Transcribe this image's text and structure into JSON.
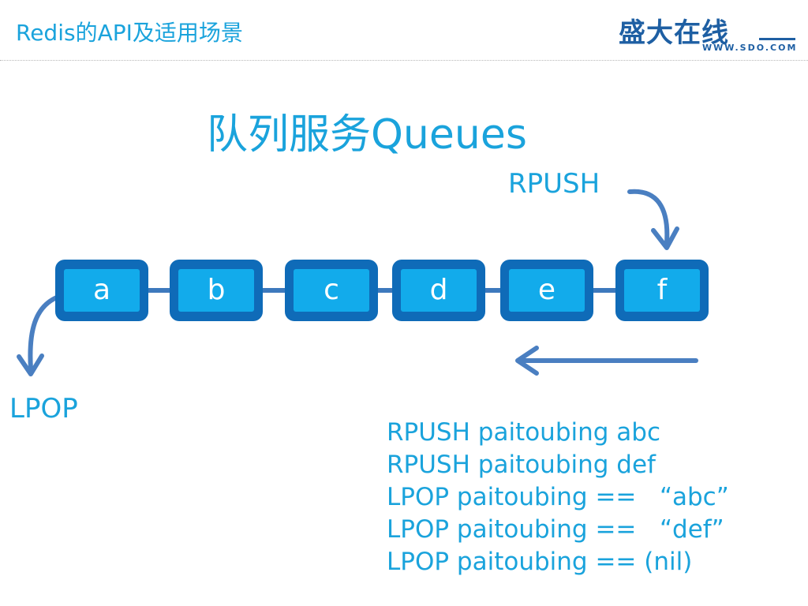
{
  "header": {
    "title": "Redis的API及适用场景",
    "logo_text": "盛大在线",
    "logo_url": "WWW.SDO.COM"
  },
  "slide": {
    "title": "队列服务Queues",
    "rpush_label": "RPUSH",
    "lpop_label": "LPOP",
    "nodes": [
      "a",
      "b",
      "c",
      "d",
      "e",
      "f"
    ],
    "commands": [
      "RPUSH paitoubing abc",
      "RPUSH paitoubing def",
      "LPOP paitoubing ==   “abc”",
      "LPOP paitoubing ==   “def”",
      "LPOP paitoubing == (nil)"
    ]
  },
  "colors": {
    "accent": "#1aa3dc",
    "node_border": "#0f6bb8",
    "node_fill": "#12abeb",
    "arrow": "#4a7fc1",
    "logo": "#1e5fa3"
  }
}
